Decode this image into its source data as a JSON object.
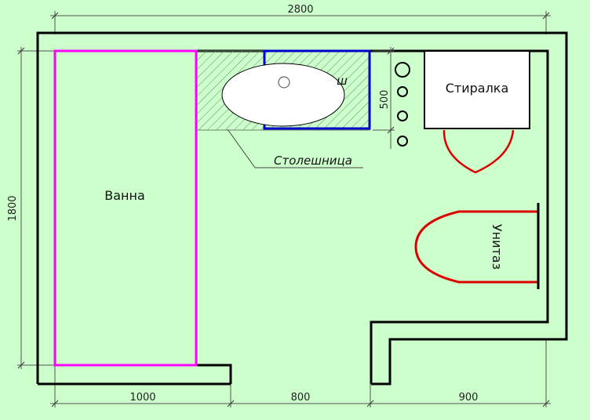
{
  "dimensions": {
    "top_width": "2800",
    "left_height": "1800",
    "bottom_bath": "1000",
    "bottom_middle": "800",
    "bottom_right": "900",
    "cabinet_depth": "500"
  },
  "labels": {
    "bathtub": "Ванна",
    "washing_machine": "Стиралка",
    "toilet": "Унитаз",
    "countertop": "Столешница",
    "sink_partial": "ш"
  },
  "colors": {
    "background": "#ccffcc",
    "walls": "#000000",
    "bathtub": "#ff00ff",
    "sink_cabinet": "#0000cc",
    "toilet": "#dd0000",
    "dimension": "#555555"
  }
}
